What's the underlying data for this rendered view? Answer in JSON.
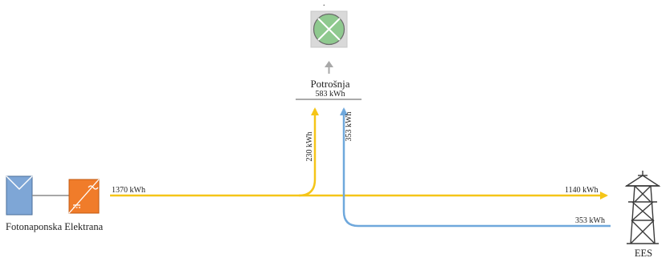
{
  "top_dot": ".",
  "consumption": {
    "label": "Potrošnja",
    "value": "583 kWh",
    "icon": "lamp-icon"
  },
  "pv_plant": {
    "label": "Fotonaponska Elektrana",
    "panel_icon": "solar-panel-icon",
    "inverter_icon": "inverter-icon"
  },
  "grid": {
    "label": "EES",
    "icon": "transmission-tower-icon"
  },
  "flows": {
    "pv_output": "1370 kWh",
    "pv_to_consumption": "230 kWh",
    "grid_to_consumption": "353 kWh",
    "pv_to_grid": "1140 kWh",
    "grid_import": "353 kWh"
  },
  "colors": {
    "pv_flow": "#f5c518",
    "grid_flow": "#6fa8dc",
    "lamp_fill": "#8fc98f",
    "inverter_fill": "#f07c2a",
    "panel_fill": "#7ea6d6",
    "arrow_gray": "#a8a8a8"
  }
}
